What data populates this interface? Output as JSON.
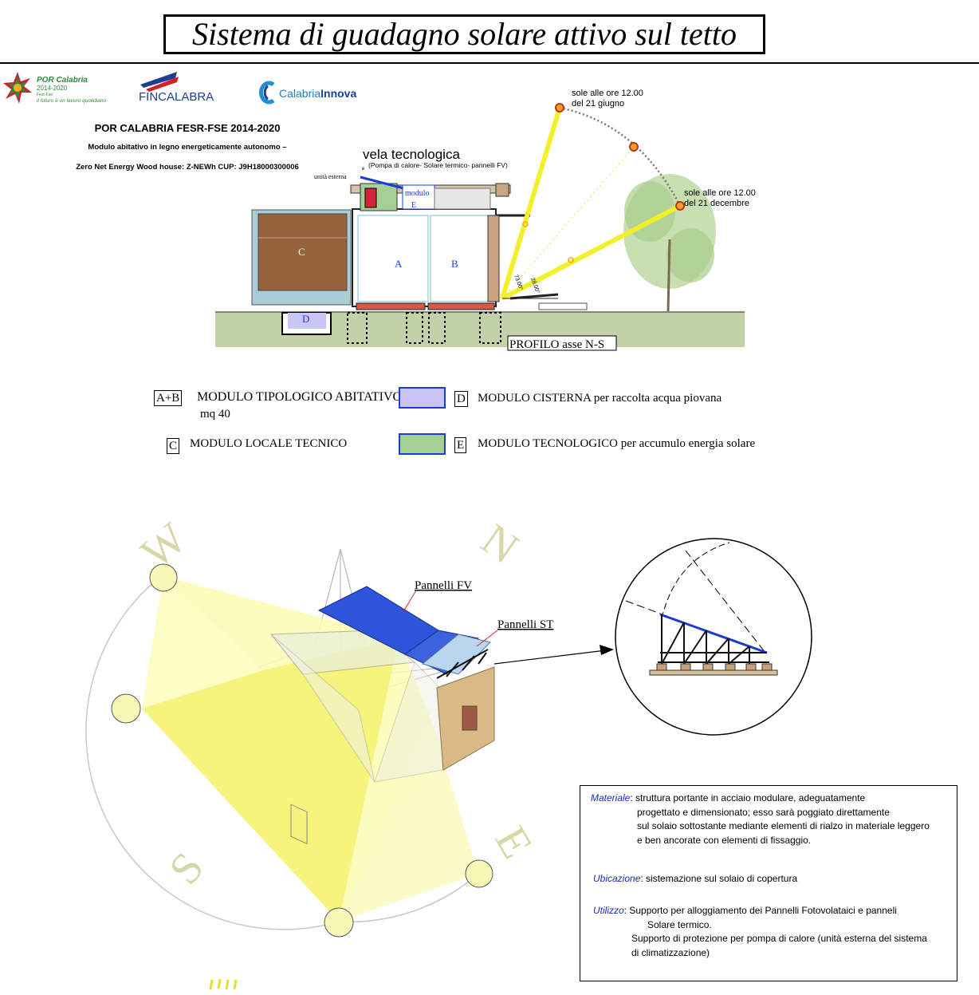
{
  "title": "Sistema di guadagno solare attivo sul tetto",
  "logos": {
    "por_name": "POR Calabria",
    "por_years": "2014-2020",
    "por_sub": "Fesr-Fse",
    "por_tagline": "il futuro è un lavoro quotidiano",
    "fincalabra": "FINCALABRA",
    "calabria_part": "Calabria",
    "innova_part": "Innova"
  },
  "project": {
    "heading": "POR CALABRIA FESR-FSE 2014-2020",
    "line1": "Modulo abitativo in legno energeticamente autonomo –",
    "line2": "Zero Net Energy Wood house: Z-NEWh CUP: J9H18000300006"
  },
  "section": {
    "vela": "vela tecnologica",
    "vela_sub": "(Pompa di calore- Solare termico- pannelli FV)",
    "unita_esterna": "unità esterna",
    "unita_e": "e",
    "modulo_word": "modulo",
    "label_a": "A",
    "label_b": "B",
    "label_c": "C",
    "label_d": "D",
    "label_e": "E",
    "profilo": "PROFILO  asse N-S",
    "sun_june_1": "sole alle ore 12.00",
    "sun_june_2": "del 21 giugno",
    "sun_dec_1": "sole alle ore 12.00",
    "sun_dec_2": "del 21 decembre",
    "angle_a": "73.00°",
    "angle_b": "28.00°"
  },
  "legend": {
    "ab_key": "A+B",
    "ab_text": "MODULO TIPOLOGICO ABITATIVO",
    "ab_sub": "mq  40",
    "c_key": "C",
    "c_text": "MODULO  LOCALE TECNICO",
    "d_key": "D",
    "d_text": "MODULO  CISTERNA per raccolta acqua piovana",
    "e_key": "E",
    "e_text": "MODULO TECNOLOGICO per accumulo energia solare",
    "swatch_d_color": "#c9c6f7",
    "swatch_e_color": "#a6cf95"
  },
  "view3d": {
    "compass_n": "N",
    "compass_s": "S",
    "compass_e": "E",
    "compass_w": "W",
    "pannelli_fv": "Pannelli FV",
    "pannelli_st": "Pannelli ST"
  },
  "notes": {
    "materiale_label": "Materiale",
    "materiale_l1": ": struttura portante in acciaio modulare, adeguatamente",
    "materiale_l2": "progettato e dimensionato; esso sarà poggiato direttamente",
    "materiale_l3": "sul solaio sottostante mediante elementi di  rialzo in materiale leggero",
    "materiale_l4": "e ben ancorate con elementi di fissaggio.",
    "ubicazione_label": "Ubicazione",
    "ubicazione_text": ": sistemazione sul solaio di copertura",
    "utilizzo_label": "Utilizzo",
    "utilizzo_l1": ":  Supporto per alloggiamento dei Pannelli Fotovolataici e panneli",
    "utilizzo_l2": "Solare termico.",
    "utilizzo_l3": "Supporto di protezione per pompa di calore (unità esterna del sistema",
    "utilizzo_l4": "di climatizzazione)"
  }
}
